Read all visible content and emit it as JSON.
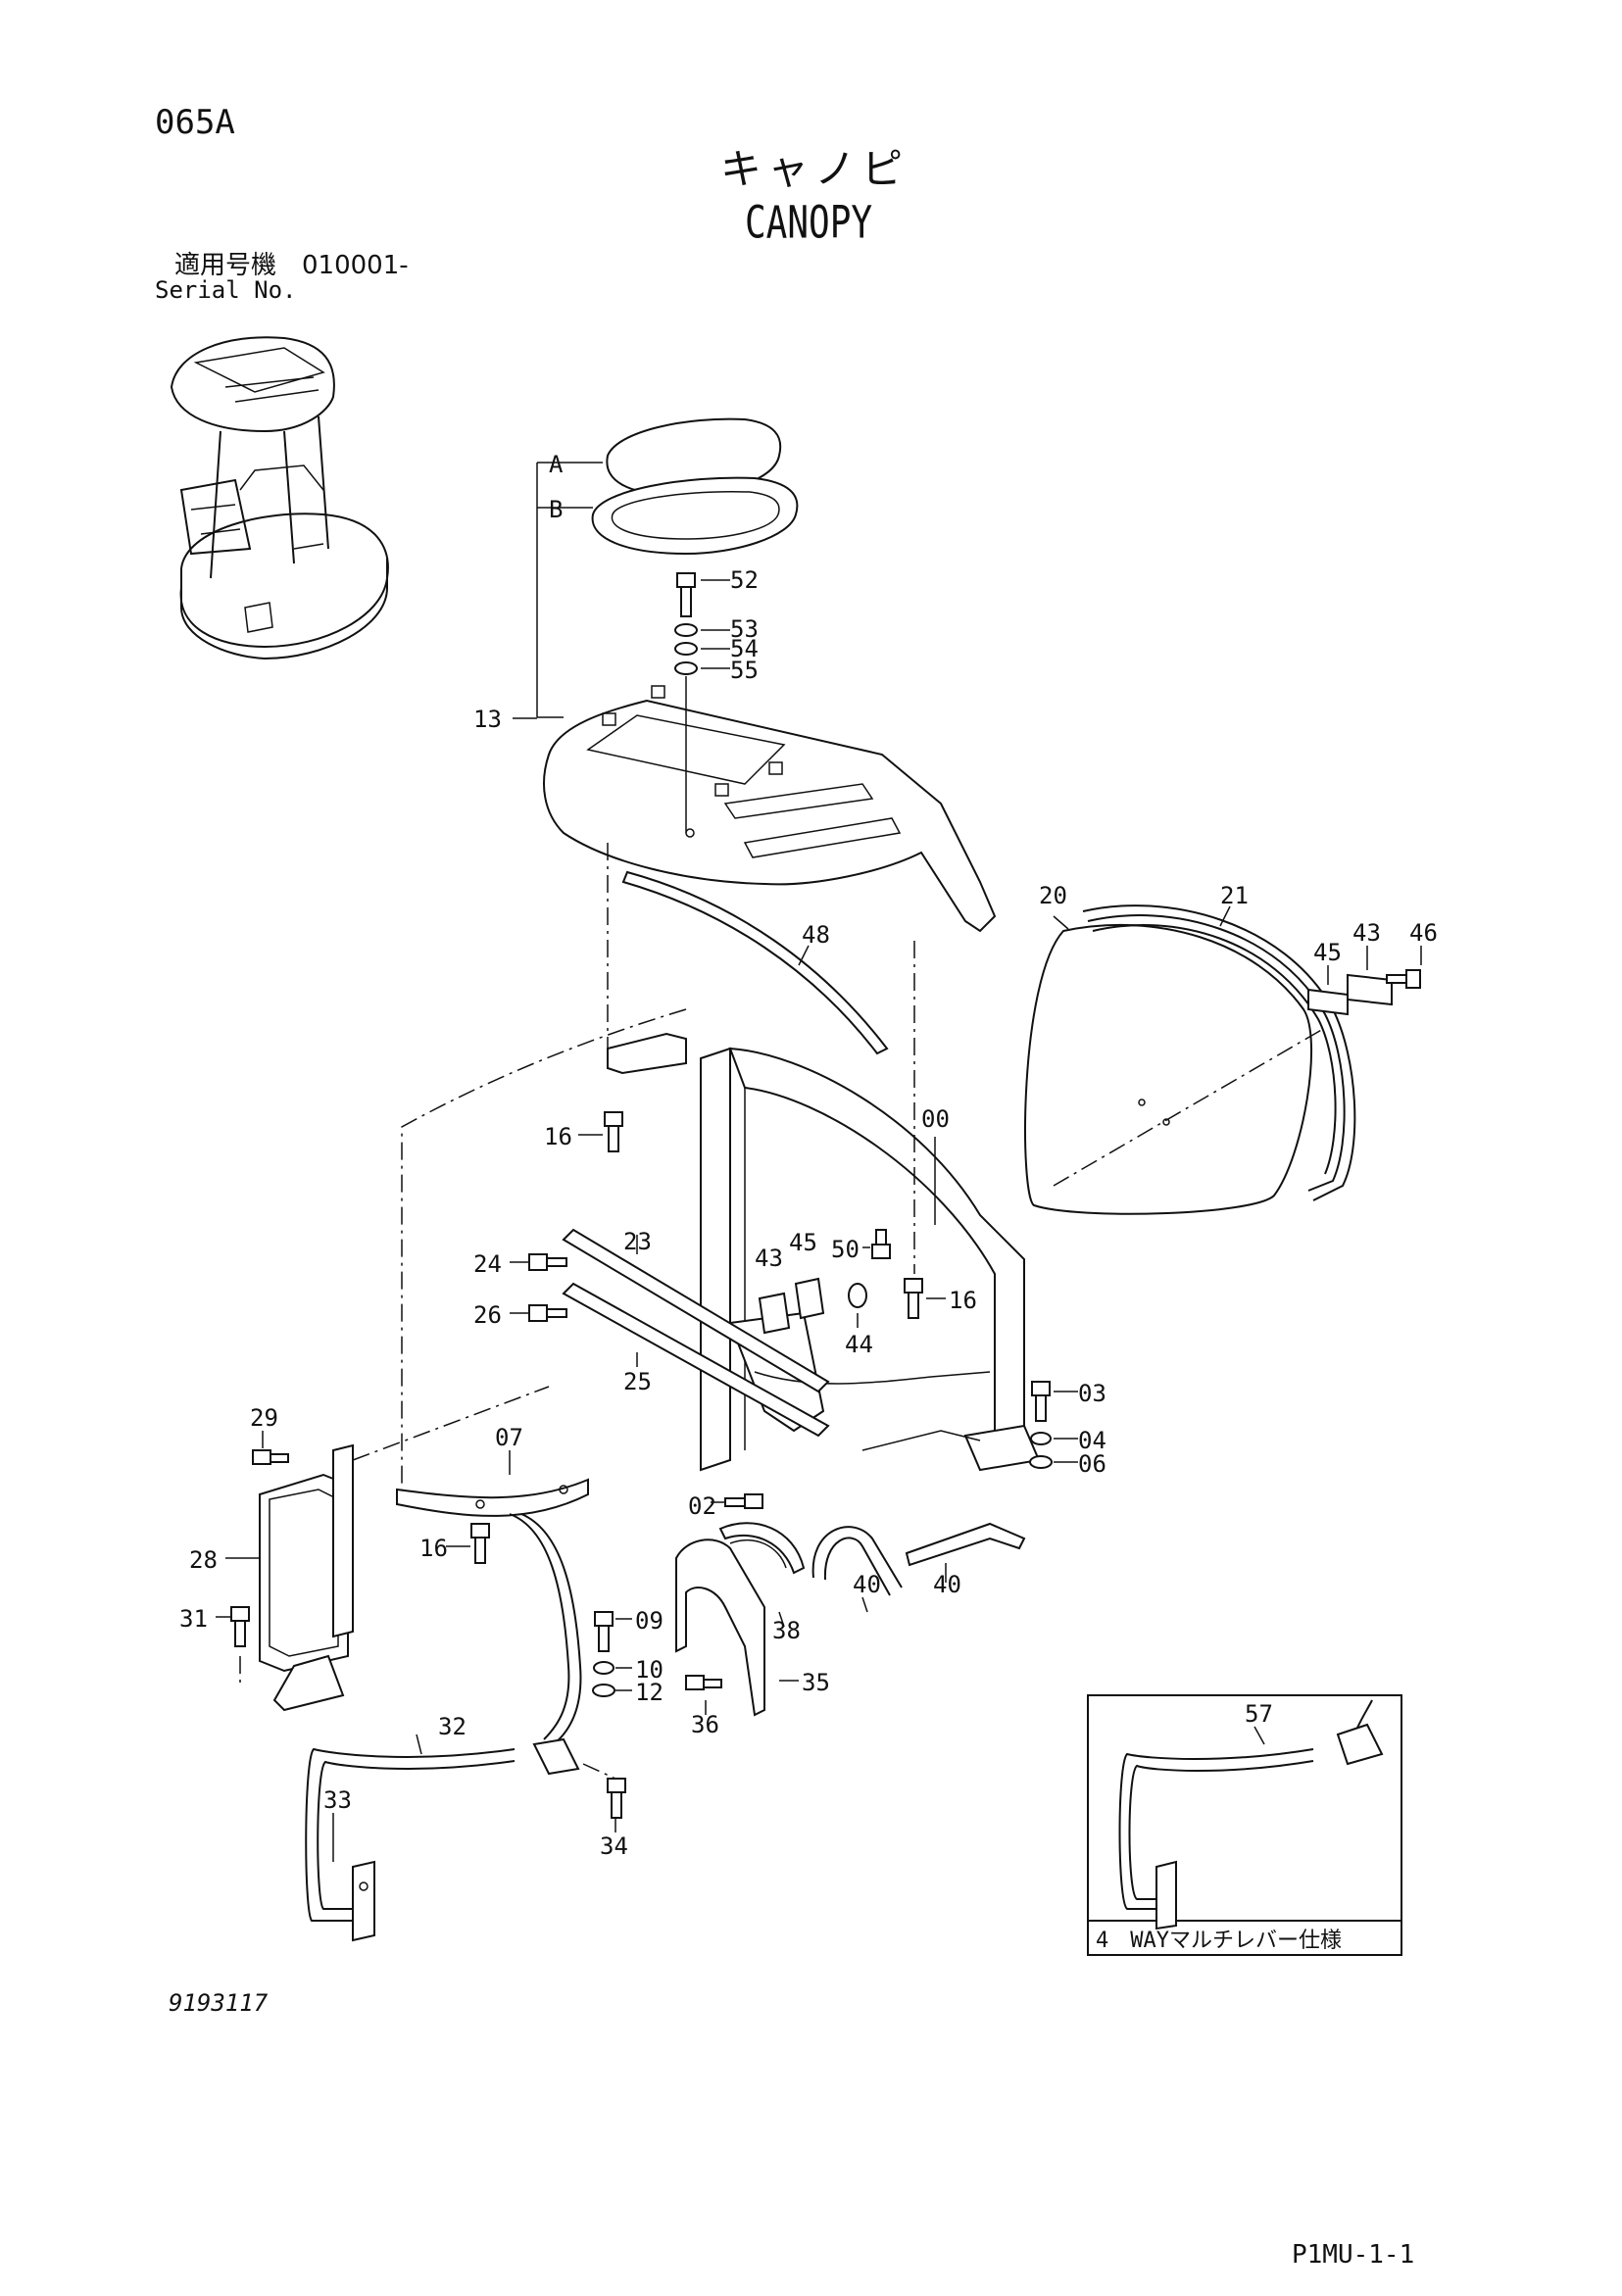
{
  "header": {
    "page_code": "065A",
    "title_jp": "キャノピ",
    "title_en": "CANOPY",
    "serial_label_jp": "適用号機　010001-",
    "serial_label_en": "Serial No."
  },
  "callouts": {
    "A": "A",
    "B": "B",
    "p52": "52",
    "p53": "53",
    "p54": "54",
    "p55": "55",
    "p13": "13",
    "p48": "48",
    "p20": "20",
    "p21": "21",
    "p45a": "45",
    "p43a": "43",
    "p46": "46",
    "p16a": "16",
    "p00": "00",
    "p24": "24",
    "p23": "23",
    "p26": "26",
    "p25": "25",
    "p43b": "43",
    "p45b": "45",
    "p50": "50",
    "p44": "44",
    "p16b": "16",
    "p03": "03",
    "p04": "04",
    "p06": "06",
    "p29": "29",
    "p07": "07",
    "p28": "28",
    "p16c": "16",
    "p02": "02",
    "p31": "31",
    "p09": "09",
    "p10": "10",
    "p12": "12",
    "p38": "38",
    "p40a": "40",
    "p40b": "40",
    "p35": "35",
    "p36": "36",
    "p32": "32",
    "p33": "33",
    "p34": "34",
    "p57": "57"
  },
  "inset_label": "4　WAYマルチレバー仕様",
  "footer": {
    "drawing_number": "9193117",
    "page_ref": "P1MU-1-1"
  }
}
